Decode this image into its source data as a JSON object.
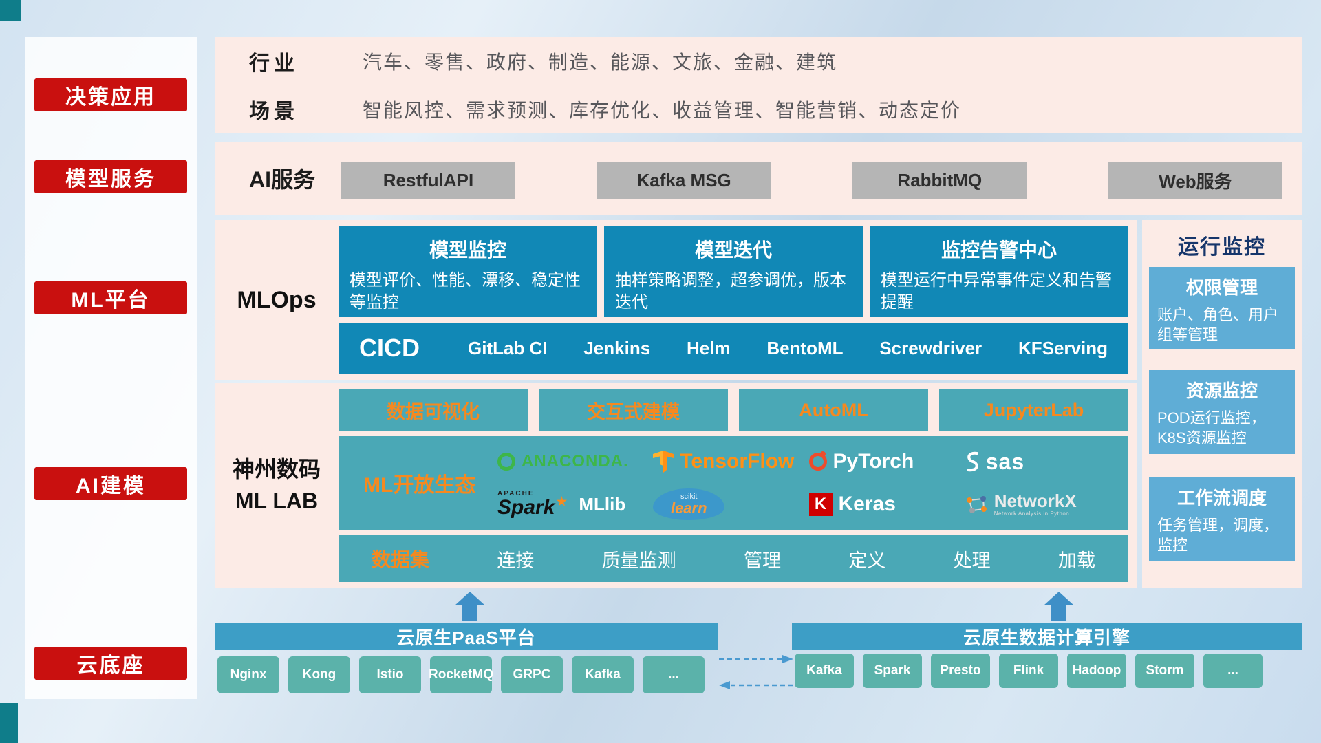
{
  "sidebar": {
    "items": [
      "决策应用",
      "模型服务",
      "ML平台",
      "AI建模",
      "云底座"
    ]
  },
  "industry": {
    "rows": [
      {
        "label": "行业",
        "value": "汽车、零售、政府、制造、能源、文旅、金融、建筑"
      },
      {
        "label": "场景",
        "value": "智能风控、需求预测、库存优化、收益管理、智能营销、动态定价"
      }
    ]
  },
  "ai_service": {
    "label": "AI服务",
    "buttons": [
      "RestfulAPI",
      "Kafka MSG",
      "RabbitMQ",
      "Web服务"
    ]
  },
  "mlops": {
    "label": "MLOps",
    "cards": [
      {
        "title": "模型监控",
        "desc": "模型评价、性能、漂移、稳定性等监控"
      },
      {
        "title": "模型迭代",
        "desc": "抽样策略调整，超参调优，版本迭代"
      },
      {
        "title": "监控告警中心",
        "desc": "模型运行中异常事件定义和告警提醒"
      }
    ],
    "cicd_label": "CICD",
    "cicd_items": [
      "GitLab CI",
      "Jenkins",
      "Helm",
      "BentoML",
      "Screwdriver",
      "KFServing"
    ]
  },
  "monitor": {
    "title": "运行监控",
    "cards": [
      {
        "title": "权限管理",
        "desc": "账户、角色、用户组等管理"
      },
      {
        "title": "资源监控",
        "desc": "POD运行监控，K8S资源监控"
      },
      {
        "title": "工作流调度",
        "desc": "任务管理，调度，监控"
      }
    ]
  },
  "mllab": {
    "label_line1": "神州数码",
    "label_line2": "ML LAB",
    "tools": [
      "数据可视化",
      "交互式建模",
      "AutoML",
      "JupyterLab"
    ],
    "ecosystem_label": "ML开放生态",
    "logos": {
      "anaconda": "ANACONDA.",
      "tensorflow": "TensorFlow",
      "pytorch": "PyTorch",
      "sas": "sas",
      "spark_apache": "APACHE",
      "spark": "Spark",
      "mllib": "MLlib",
      "sklearn_top": "scikit",
      "sklearn_bottom": "learn",
      "keras_icon": "K",
      "keras": "Keras",
      "networkx": "NetworkX",
      "networkx_sub": "Network Analysis in Python"
    },
    "dataset_label": "数据集",
    "dataset_items": [
      "连接",
      "质量监测",
      "管理",
      "定义",
      "处理",
      "加载"
    ]
  },
  "cloud": {
    "paas_title": "云原生PaaS平台",
    "paas_items": [
      "Nginx",
      "Kong",
      "Istio",
      "RocketMQ",
      "GRPC",
      "Kafka",
      "..."
    ],
    "engine_title": "云原生数据计算引擎",
    "engine_items": [
      "Kafka",
      "Spark",
      "Presto",
      "Flink",
      "Hadoop",
      "Storm",
      "..."
    ]
  },
  "colors": {
    "accent_red": "#c9100f",
    "panel_pink": "#fcebe6",
    "mlops_blue": "#1188b6",
    "lab_teal": "#4aa8b6",
    "monitor_card_blue": "#5fadd6",
    "cloud_header_blue": "#3d9ec6",
    "cloud_button_teal": "#5bb2aa",
    "brand_orange": "#f6891f",
    "gray_button": "#b5b5b5"
  }
}
